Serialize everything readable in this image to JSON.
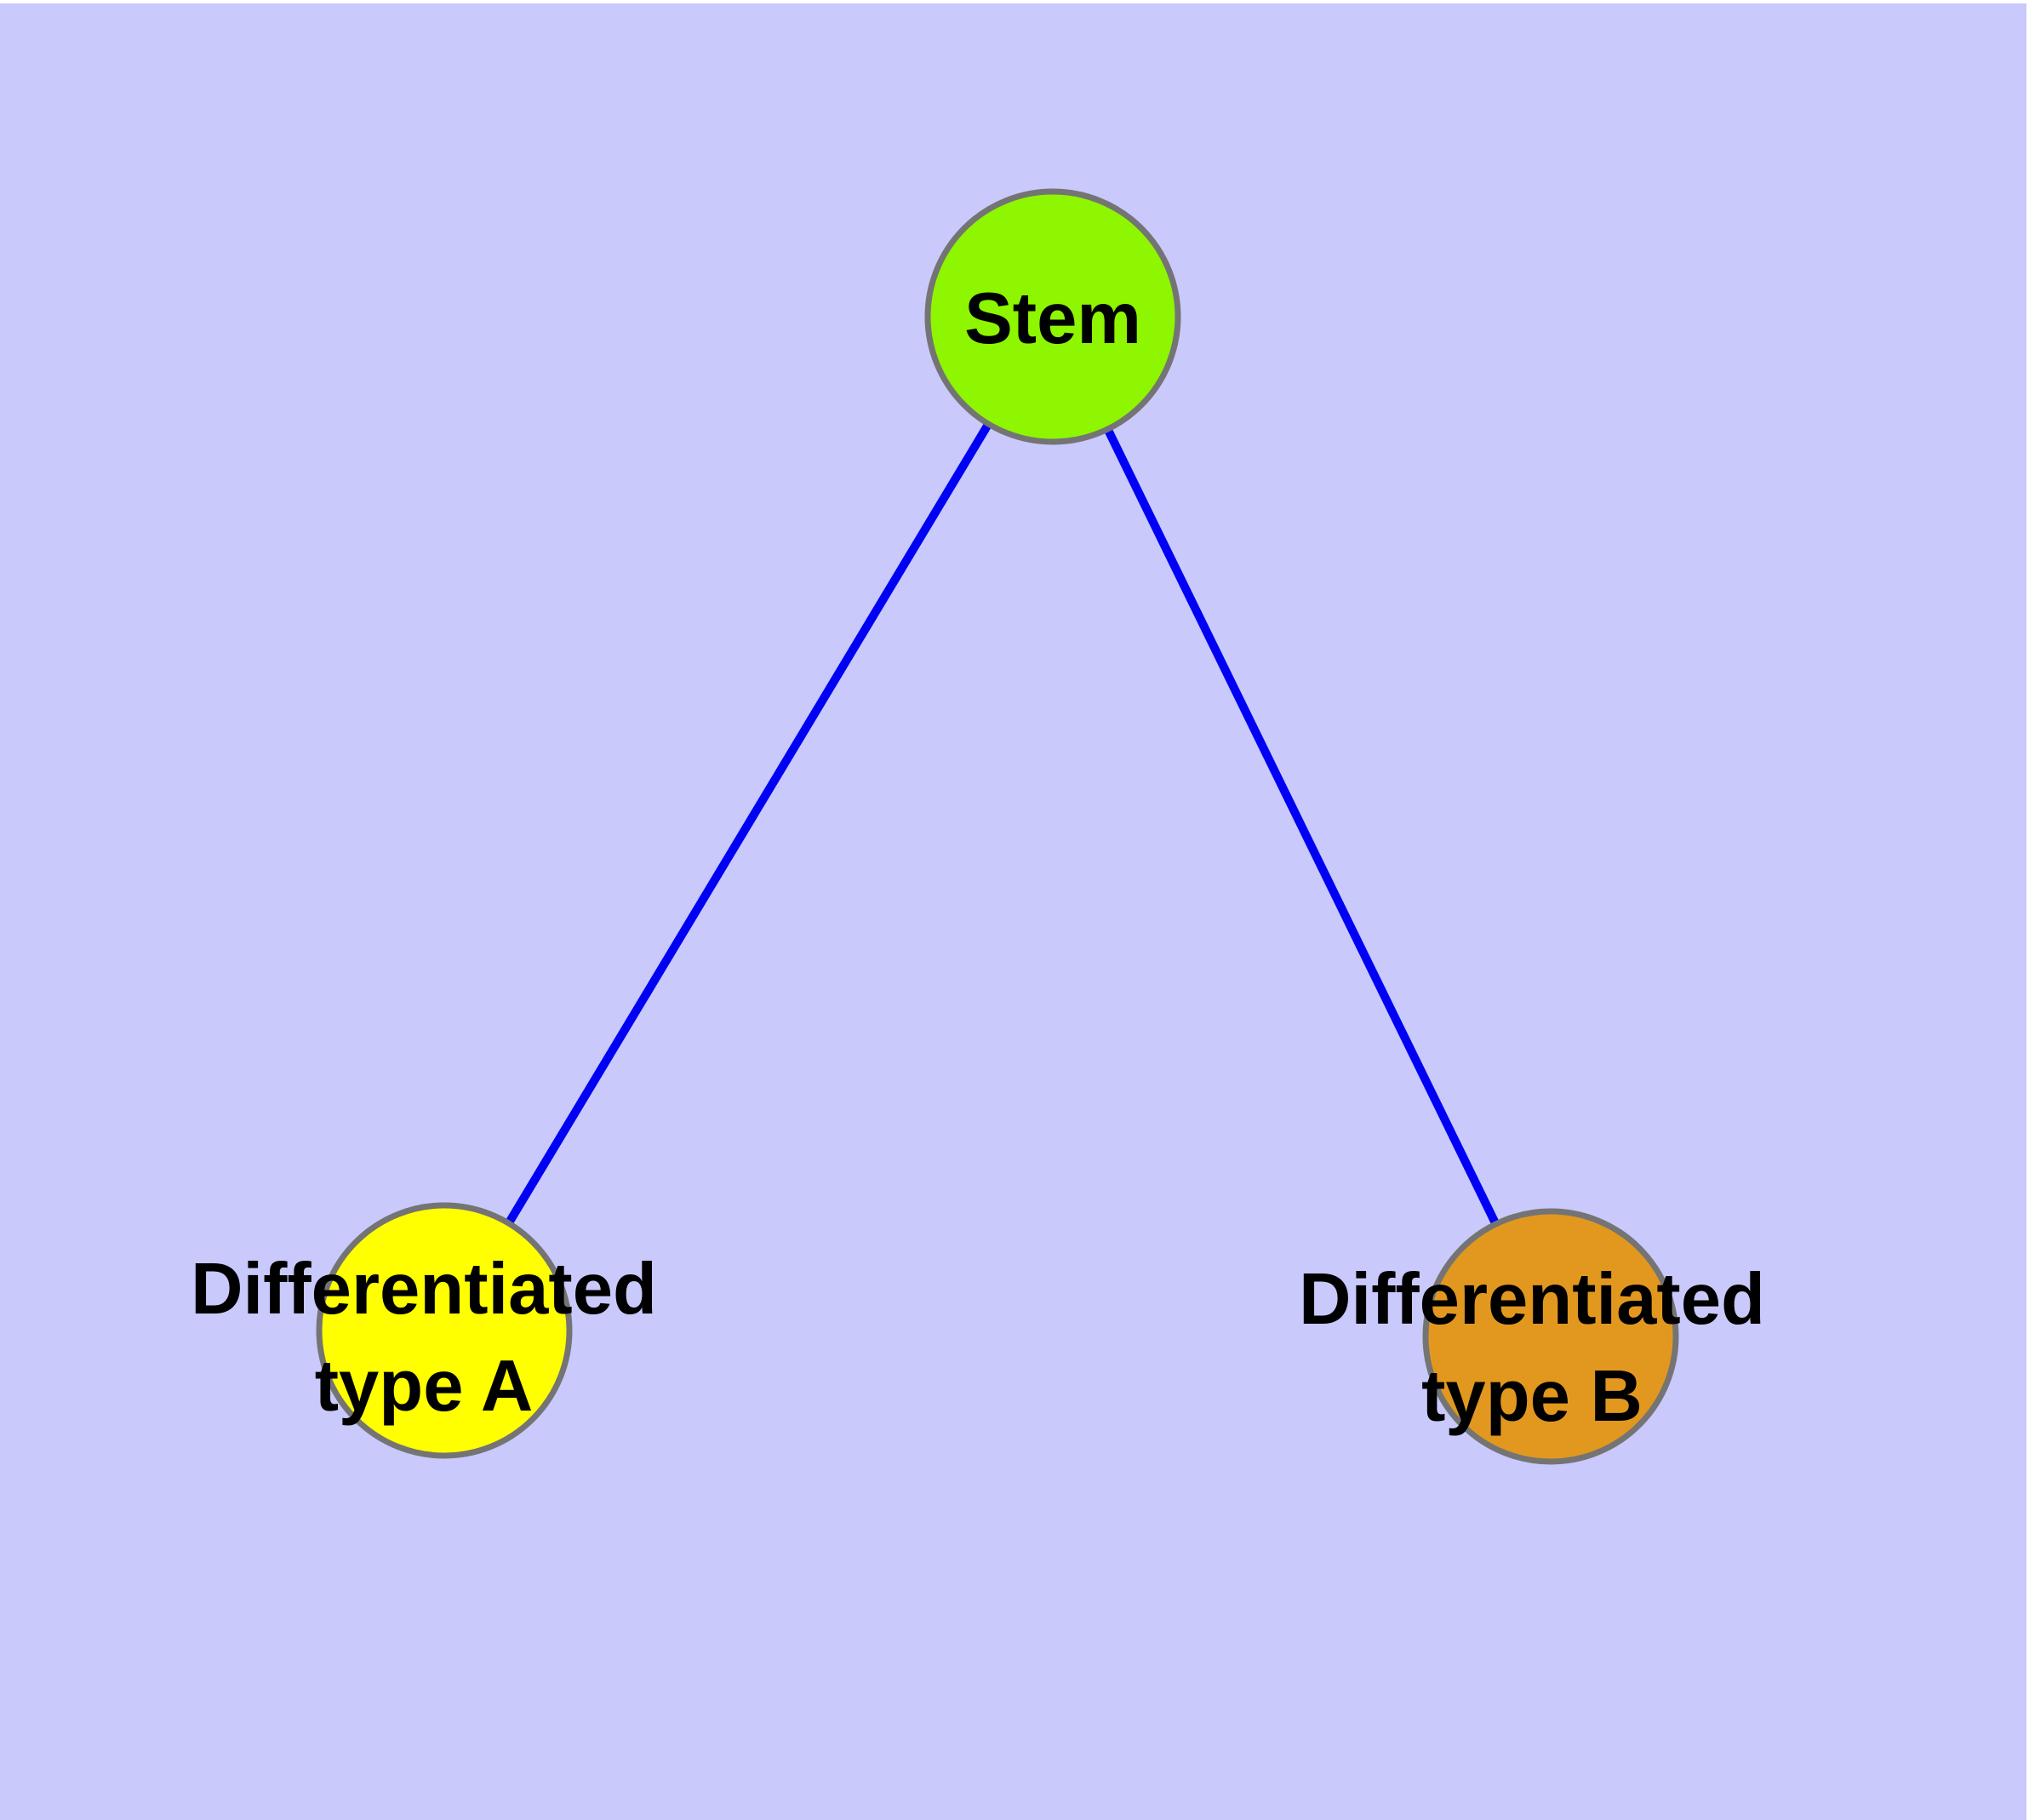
{
  "page": {
    "panel_background": "#c9c9fc",
    "outer_background": "#ffffff"
  },
  "diagram": {
    "type": "graph",
    "edge_color": "#0000f5",
    "node_border_color": "#747474",
    "label_color": "#000000",
    "nodes": [
      {
        "id": "stem",
        "label": "Stem",
        "fill": "#8df600"
      },
      {
        "id": "differentiated-type-a",
        "label_line1": "Differentiated",
        "label_line2": "type A",
        "fill": "#ffff00"
      },
      {
        "id": "differentiated-type-b",
        "label_line1": "Differentiated",
        "label_line2": "type B",
        "fill": "#e2981f"
      }
    ],
    "edges": [
      {
        "from": "stem",
        "to": "differentiated-type-a"
      },
      {
        "from": "stem",
        "to": "differentiated-type-b"
      }
    ]
  }
}
